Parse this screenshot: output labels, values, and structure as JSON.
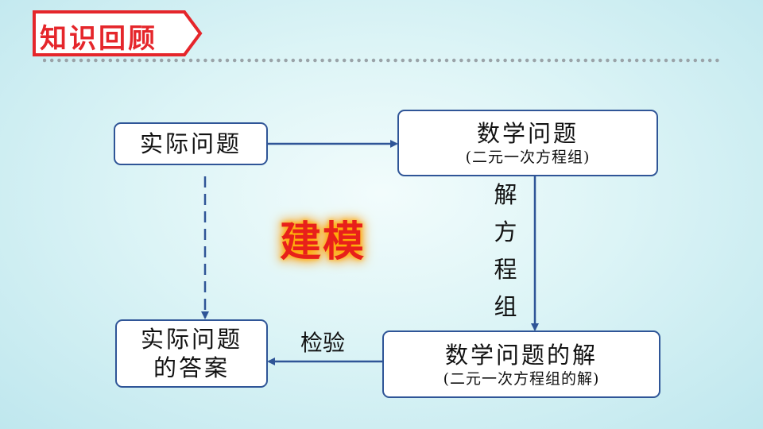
{
  "header": {
    "title": "知识回顾"
  },
  "diagram": {
    "real_problem": "实际问题",
    "math_problem": {
      "title": "数学问题",
      "subtitle": "(二元一次方程组)"
    },
    "math_solution": {
      "title": "数学问题的解",
      "subtitle": "(二元一次方程组的解)"
    },
    "real_answer": {
      "line1": "实际问题",
      "line2": "的答案"
    },
    "solve_label": [
      "解",
      "方",
      "程",
      "组"
    ],
    "check_label": "检验",
    "modeling_label": "建模"
  },
  "colors": {
    "title_red": "#e5262b",
    "box_border": "#2f5597",
    "arrow": "#2f5597",
    "model_text": "#e8201a",
    "model_glow": "#ff9900"
  }
}
